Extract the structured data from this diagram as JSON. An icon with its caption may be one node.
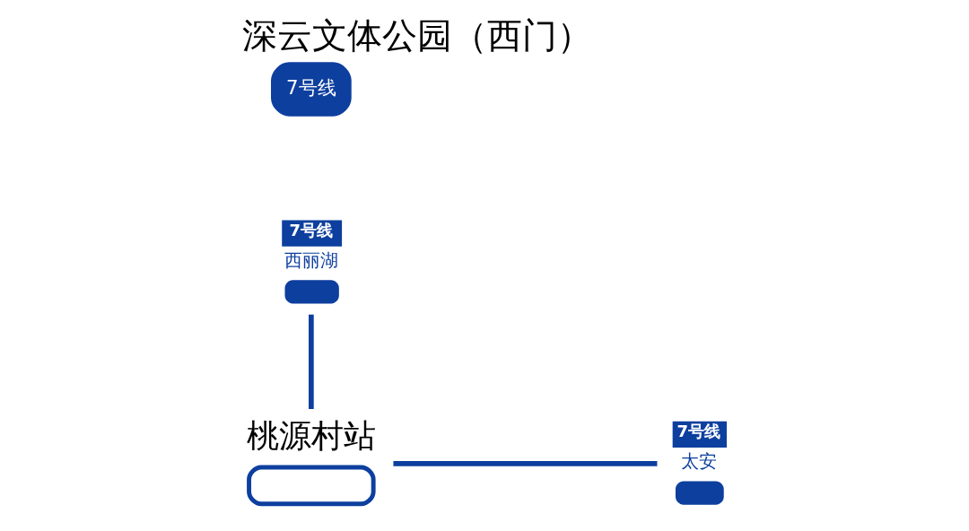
{
  "diagram": {
    "title": "深云文体公园（西门）",
    "nodes": [
      {
        "text": [
          "7号线",
          "西丽湖"
        ]
      },
      {
        "text": [
          "桃源村站"
        ]
      },
      {
        "text": [
          "7号线",
          "太安"
        ]
      }
    ],
    "edges": [
      {
        "from": 0,
        "to": 1,
        "arrow": "none"
      },
      {
        "from": 1,
        "to": 2,
        "arrow": "none"
      }
    ],
    "labels": [
      "7号线"
    ]
  }
}
